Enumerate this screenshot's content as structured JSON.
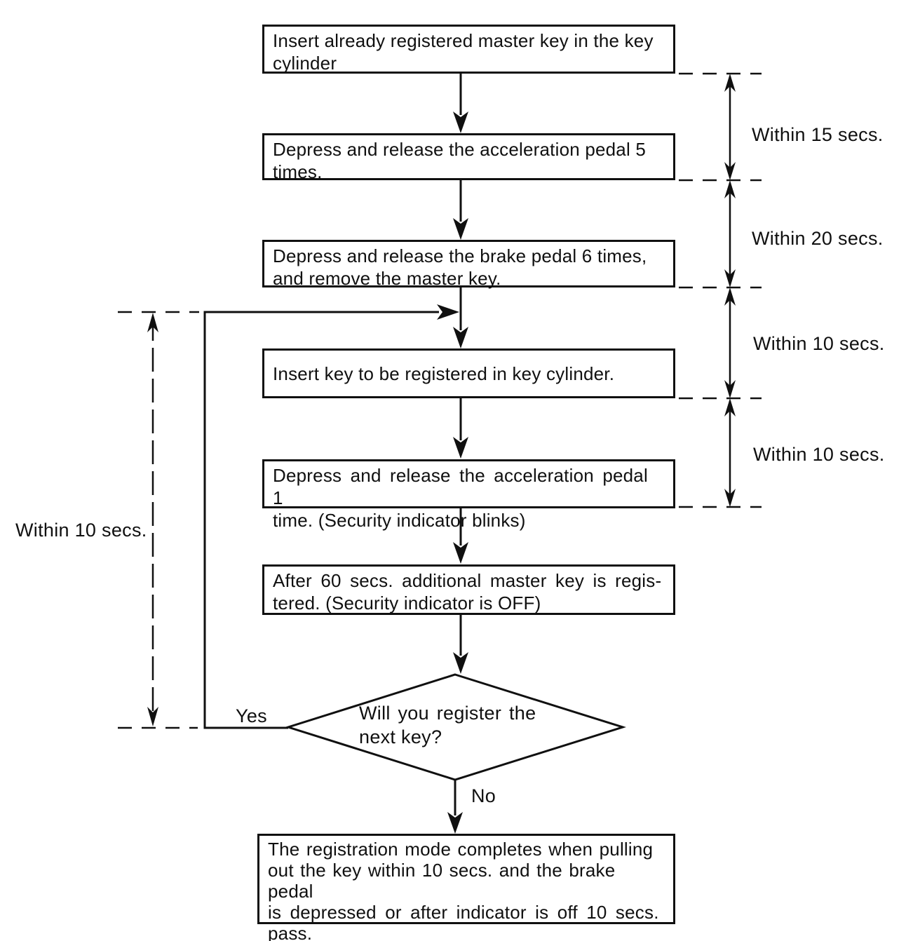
{
  "colors": {
    "ink": "#101010",
    "paper": "#ffffff"
  },
  "steps": [
    {
      "lines": [
        "Insert already registered master key in the key",
        "cylinder"
      ]
    },
    {
      "lines": [
        "Depress and release the acceleration pedal 5",
        "times."
      ]
    },
    {
      "lines": [
        "Depress and release the brake pedal 6 times,",
        "and remove the master key."
      ]
    },
    {
      "lines": [
        "Insert key to be registered in key cylinder."
      ]
    },
    {
      "lines": [
        "Depress and release the acceleration pedal 1",
        "time. (Security indicator blinks)"
      ]
    },
    {
      "lines": [
        "After 60 secs. additional master key is regis-",
        "tered. (Security indicator is OFF)"
      ]
    },
    {
      "lines": [
        "The registration mode completes when pulling",
        "out the key within 10 secs. and the brake pedal",
        "is depressed or after indicator is off 10 secs.",
        "pass."
      ]
    }
  ],
  "decision": {
    "lines": [
      "Will you register the",
      "next key?"
    ],
    "yes": "Yes",
    "no": "No"
  },
  "timings": {
    "right": [
      "Within 15 secs.",
      "Within 20 secs.",
      "Within 10 secs.",
      "Within 10 secs."
    ],
    "left": "Within 10 secs."
  }
}
